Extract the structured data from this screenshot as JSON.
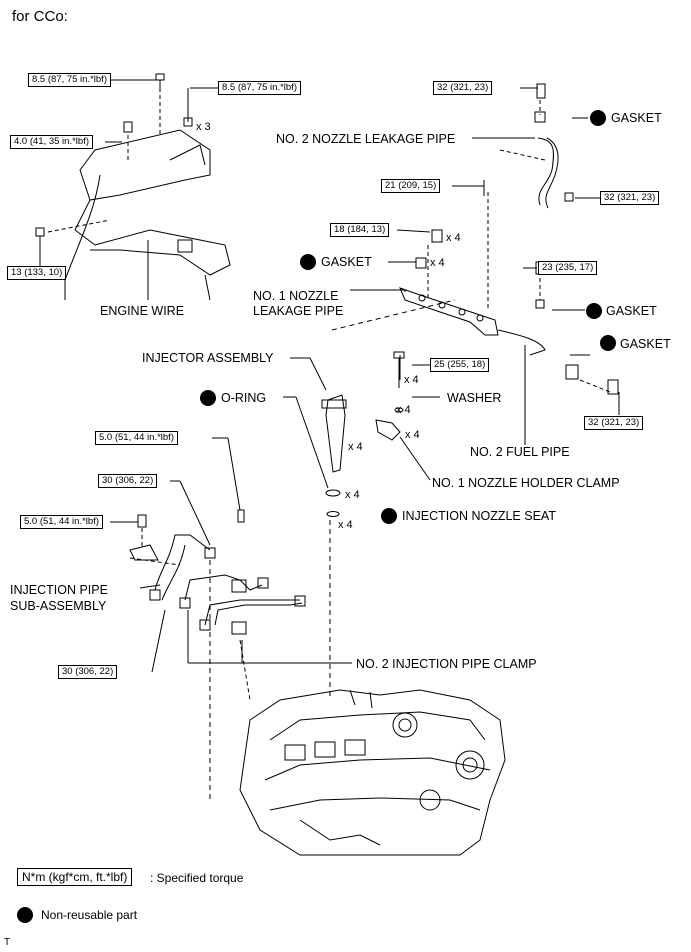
{
  "title": "for CCo:",
  "torque_specs": {
    "t1": "8.5 (87, 75 in.*lbf)",
    "t2": "8.5 (87, 75 in.*lbf)",
    "t3": "4.0 (41, 35 in.*lbf)",
    "t4": "13 (133, 10)",
    "t5": "32 (321, 23)",
    "t6": "21 (209, 15)",
    "t7": "32 (321, 23)",
    "t8": "18 (184, 13)",
    "t9": "23 (235, 17)",
    "t10": "25 (255, 18)",
    "t11": "32 (321, 23)",
    "t12": "5.0 (51, 44 in.*lbf)",
    "t13": "30 (306, 22)",
    "t14": "5.0 (51, 44 in.*lbf)",
    "t15": "30 (306, 22)"
  },
  "labels": {
    "gasket": "GASKET",
    "no2_leak_pipe": "NO. 2 NOZZLE LEAKAGE PIPE",
    "engine_wire": "ENGINE WIRE",
    "no1_leak_pipe_1": "NO. 1 NOZZLE",
    "no1_leak_pipe_2": "LEAKAGE PIPE",
    "injector_assembly": "INJECTOR ASSEMBLY",
    "o_ring": "O-RING",
    "washer": "WASHER",
    "no2_fuel_pipe": "NO. 2 FUEL PIPE",
    "no1_holder_clamp": "NO. 1 NOZZLE HOLDER CLAMP",
    "injection_nozzle_seat": "INJECTION NOZZLE SEAT",
    "injection_pipe_1": "INJECTION PIPE",
    "injection_pipe_2": "SUB-ASSEMBLY",
    "no2_injection_clamp": "NO. 2 INJECTION PIPE CLAMP"
  },
  "quantities": {
    "x3": "x 3",
    "x4": "x 4"
  },
  "legend": {
    "torque_box": "N*m (kgf*cm, ft.*lbf)",
    "torque_text": ": Specified torque",
    "non_reusable": "Non-reusable part"
  },
  "corner_mark": "T"
}
